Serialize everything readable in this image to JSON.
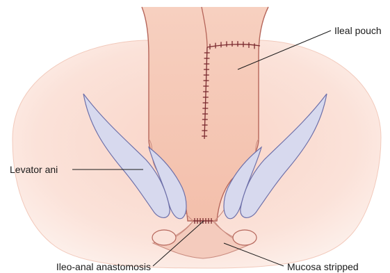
{
  "labels": {
    "ileal_pouch": "Ileal pouch",
    "levator_ani": "Levator ani",
    "ileo_anal_anastomosis": "Ileo-anal anastomosis",
    "mucosa_stripped": "Mucosa stripped"
  },
  "colors": {
    "pelvis_fill": "#fbe2d9",
    "pouch_fill": "#f6c8b6",
    "tissue_outline": "#b5655a",
    "muscle_fill": "#d7d9ee",
    "muscle_outline": "#6e70a9",
    "suture": "#7a2a2f",
    "leader_line": "#1a1a1a"
  }
}
